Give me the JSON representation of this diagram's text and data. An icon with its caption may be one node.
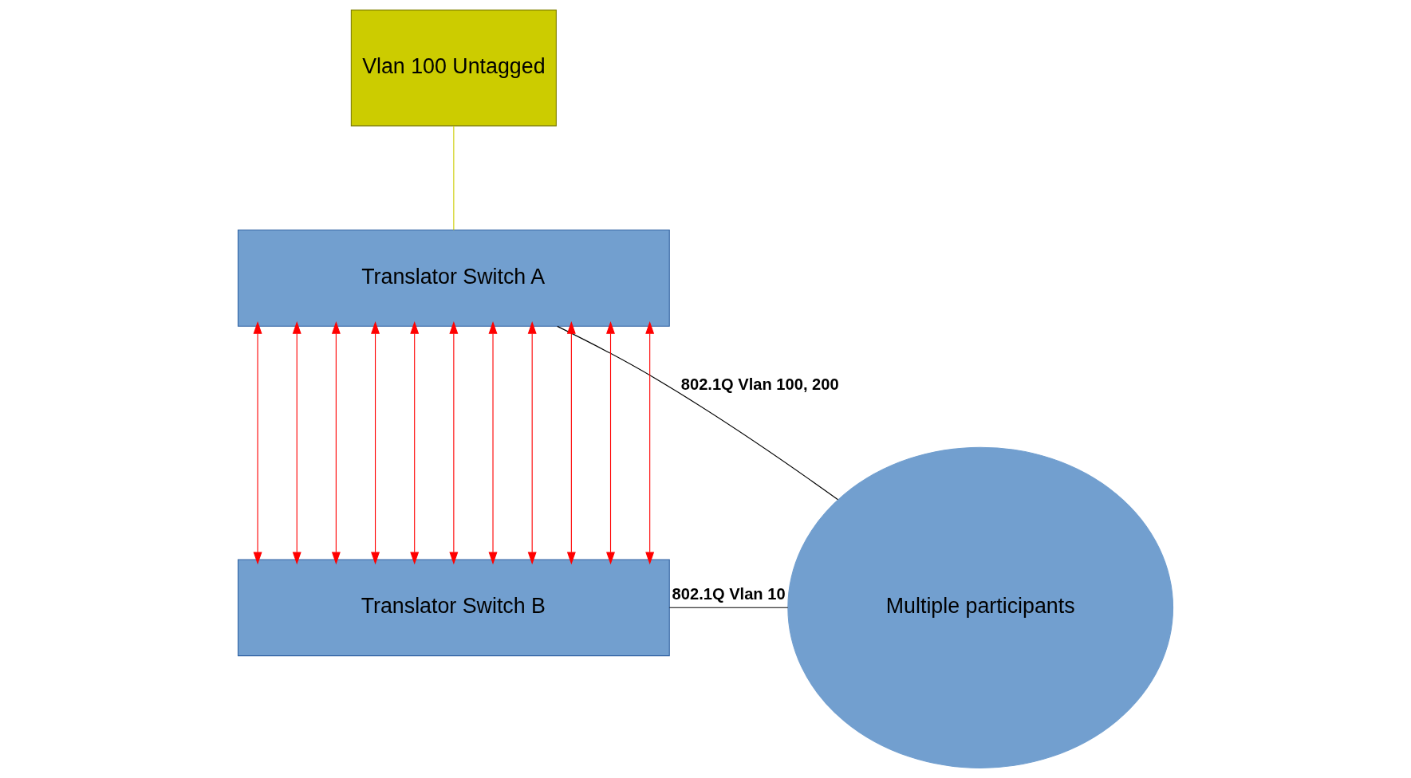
{
  "diagram": {
    "nodes": [
      {
        "text": [
          "Vlan 100 Untagged"
        ]
      },
      {
        "text": [
          "Translator Switch A"
        ]
      },
      {
        "text": [
          "Multiple participants"
        ]
      },
      {
        "text": [
          "Translator Switch B"
        ]
      }
    ],
    "edges": [
      {
        "from": 0,
        "to": 1,
        "arrow": "none",
        "color": "#cccc00"
      },
      {
        "from": 1,
        "to": 2,
        "arrow": "none",
        "label": "802.1Q Vlan 100, 200",
        "color": "#000000"
      },
      {
        "from": 3,
        "to": 2,
        "arrow": "none",
        "label": "802.1Q Vlan 10",
        "color": "#000000"
      },
      {
        "from": 1,
        "to": 3,
        "arrow": "both",
        "color": "#ff0000"
      },
      {
        "from": 1,
        "to": 3,
        "arrow": "both",
        "color": "#ff0000"
      },
      {
        "from": 1,
        "to": 3,
        "arrow": "both",
        "color": "#ff0000"
      },
      {
        "from": 1,
        "to": 3,
        "arrow": "both",
        "color": "#ff0000"
      },
      {
        "from": 1,
        "to": 3,
        "arrow": "both",
        "color": "#ff0000"
      },
      {
        "from": 1,
        "to": 3,
        "arrow": "both",
        "color": "#ff0000"
      },
      {
        "from": 1,
        "to": 3,
        "arrow": "both",
        "color": "#ff0000"
      },
      {
        "from": 1,
        "to": 3,
        "arrow": "both",
        "color": "#ff0000"
      },
      {
        "from": 1,
        "to": 3,
        "arrow": "both",
        "color": "#ff0000"
      },
      {
        "from": 1,
        "to": 3,
        "arrow": "both",
        "color": "#ff0000"
      },
      {
        "from": 1,
        "to": 3,
        "arrow": "both",
        "color": "#ff0000"
      }
    ]
  }
}
